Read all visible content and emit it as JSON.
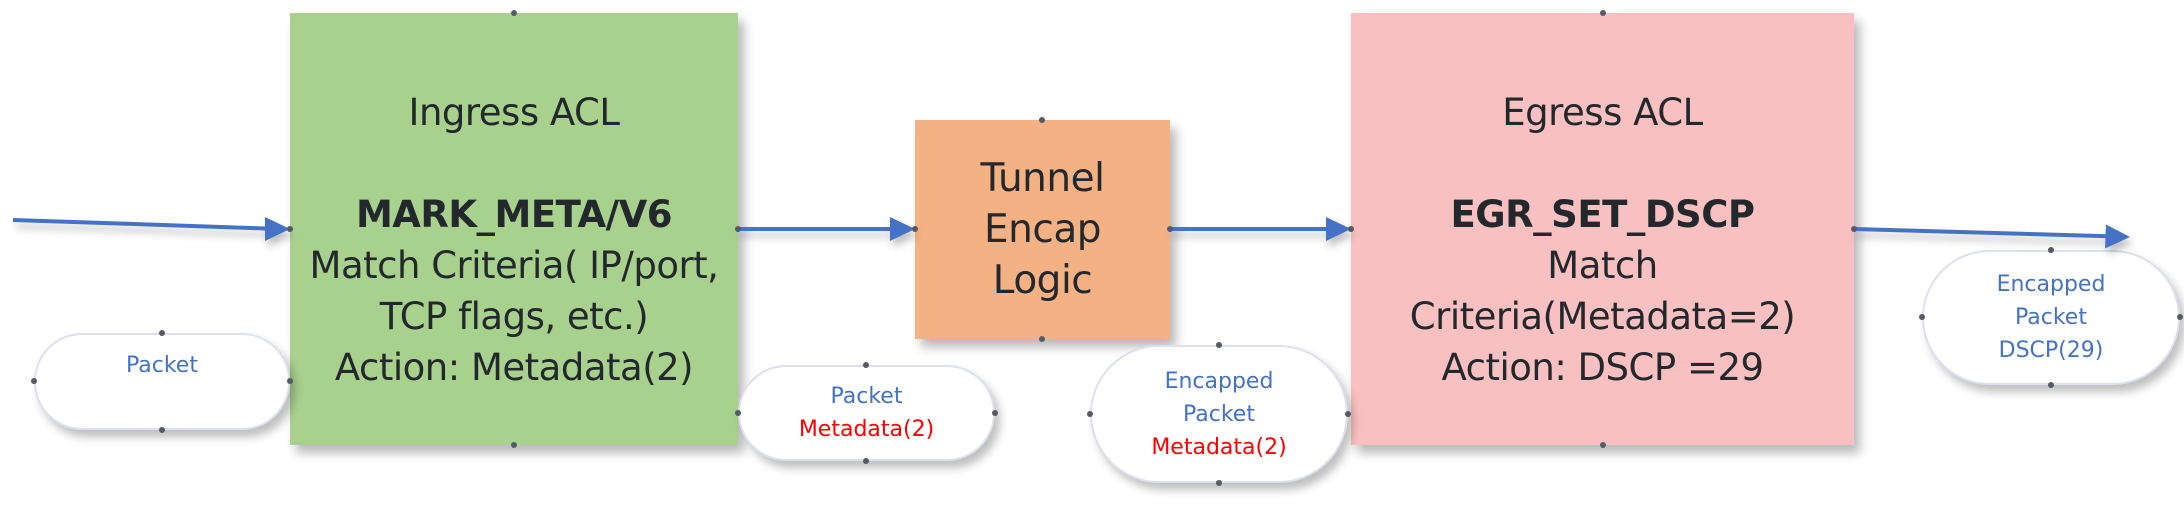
{
  "diagram": {
    "colors": {
      "ingress_fill": "#a9d18e",
      "tunnel_fill": "#f4b183",
      "egress_fill": "#f8c0c0",
      "arrow": "#4472c4",
      "packet_text": "#4472c4",
      "metadata_text": "#ff0000",
      "box_text": "#22282c"
    },
    "ingress_acl": {
      "title": "Ingress ACL",
      "rule_name": "MARK_META/V6",
      "match_line1": "Match Criteria( IP/port,",
      "match_line2": "TCP flags, etc.)",
      "action": "Action: Metadata(2)"
    },
    "tunnel_encap": {
      "line1": "Tunnel",
      "line2": "Encap",
      "line3": "Logic"
    },
    "egress_acl": {
      "title": "Egress ACL",
      "rule_name": "EGR_SET_DSCP",
      "match_line1": "Match",
      "match_line2": "Criteria(Metadata=2)",
      "action": "Action: DSCP =29"
    },
    "labels": {
      "input_packet": {
        "line1": "Packet"
      },
      "after_ingress": {
        "line1": "Packet",
        "line2": "Metadata(2)"
      },
      "after_tunnel": {
        "line1": "Encapped",
        "line2": "Packet",
        "line3": "Metadata(2)"
      },
      "after_egress": {
        "line1": "Encapped",
        "line2": "Packet",
        "line3": "DSCP(29)"
      }
    },
    "flow": [
      "input",
      "Ingress ACL",
      "Tunnel Encap Logic",
      "Egress ACL",
      "output"
    ]
  }
}
